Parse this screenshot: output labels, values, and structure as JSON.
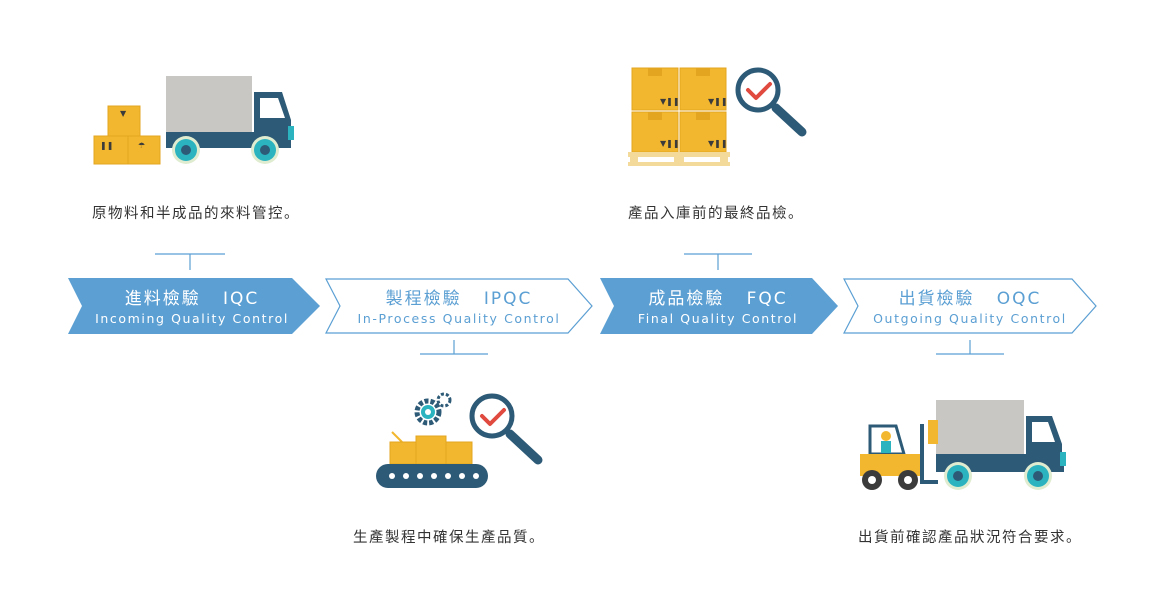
{
  "stages": [
    {
      "title": "進料檢驗",
      "code": "IQC",
      "subtitle": "Incoming Quality Control",
      "description": "原物料和半成品的來料管控。"
    },
    {
      "title": "製程檢驗",
      "code": "IPQC",
      "subtitle": "In-Process Quality Control",
      "description": "生產製程中確保生產品質。"
    },
    {
      "title": "成品檢驗",
      "code": "FQC",
      "subtitle": "Final Quality Control",
      "description": "產品入庫前的最終品檢。"
    },
    {
      "title": "出貨檢驗",
      "code": "OQC",
      "subtitle": "Outgoing Quality Control",
      "description": "出貨前確認產品狀況符合要求。"
    }
  ],
  "colors": {
    "accent": "#5b9fd3",
    "box": "#f2b72e",
    "truck_body": "#2d5a76",
    "cargo": "#c9c7c4",
    "wheel_rim": "#2bb3c0",
    "check": "#e04a3f"
  },
  "icons": [
    "truck-with-boxes-icon",
    "pallet-boxes-magnifier-icon",
    "conveyor-gears-magnifier-icon",
    "forklift-truck-icon"
  ]
}
